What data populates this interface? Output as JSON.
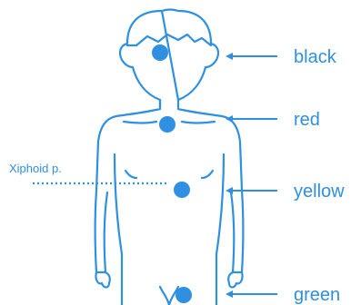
{
  "colors": {
    "line": "#2f8fe0",
    "electrode": "#2f8fe0",
    "background": "#ffffff"
  },
  "figure": {
    "name": "body-outline"
  },
  "landmark": {
    "label": "Xiphoid p."
  },
  "electrodes": [
    {
      "id": "head",
      "label": "black"
    },
    {
      "id": "chest-upper",
      "label": "red"
    },
    {
      "id": "abdomen",
      "label": "yellow"
    },
    {
      "id": "lower",
      "label": "green"
    }
  ]
}
